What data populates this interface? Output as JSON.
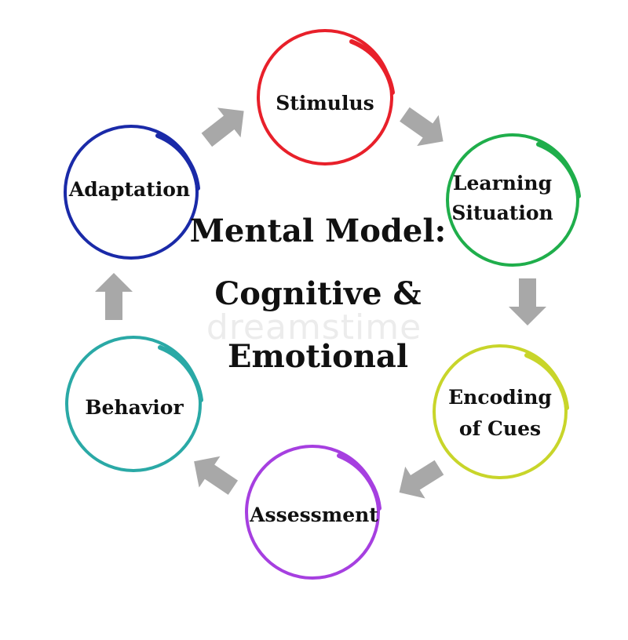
{
  "diagram": {
    "title_lines": [
      "Mental Model:",
      "Cognitive &",
      "Emotional"
    ],
    "watermark": "dreamstime",
    "arrow_color": "#a8a8a8",
    "nodes": [
      {
        "id": "stimulus",
        "lines": [
          "Stimulus"
        ],
        "color": "#e8202a"
      },
      {
        "id": "learning-situation",
        "lines": [
          "Learning",
          "Situation"
        ],
        "color": "#1fae4b"
      },
      {
        "id": "encoding-of-cues",
        "lines": [
          "Encoding",
          "of Cues"
        ],
        "color": "#c8d52a"
      },
      {
        "id": "assessment",
        "lines": [
          "Assessment"
        ],
        "color": "#a63fe0"
      },
      {
        "id": "behavior",
        "lines": [
          "Behavior"
        ],
        "color": "#2aa9a6"
      },
      {
        "id": "adaptation",
        "lines": [
          "Adaptation"
        ],
        "color": "#1a2aa8"
      }
    ]
  }
}
